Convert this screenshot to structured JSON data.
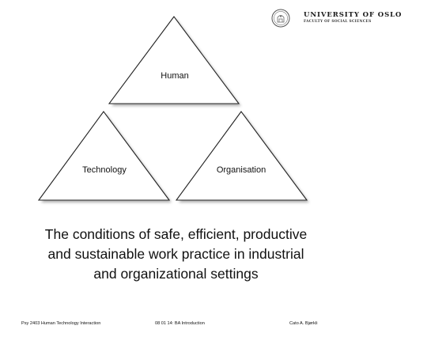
{
  "header": {
    "university_name": "UNIVERSITY OF OSLO",
    "faculty_name": "FACULTY OF SOCIAL SCIENCES"
  },
  "diagram": {
    "nodes": [
      {
        "id": "human",
        "label": "Human"
      },
      {
        "id": "technology",
        "label": "Technology"
      },
      {
        "id": "organisation",
        "label": "Organisation"
      }
    ],
    "colors": {
      "stroke": "#222222",
      "shadow": "#9a9a9a",
      "fill": "#ffffff"
    }
  },
  "caption": {
    "lines": [
      "The conditions of safe, efficient, productive",
      "and sustainable work practice in industrial",
      "and organizational settings"
    ]
  },
  "footer": {
    "course": "Psy 2403 Human Technology Interaction",
    "date_topic": "08 01 14: BA Introduction",
    "author": "Cato A. Bjørkli"
  }
}
